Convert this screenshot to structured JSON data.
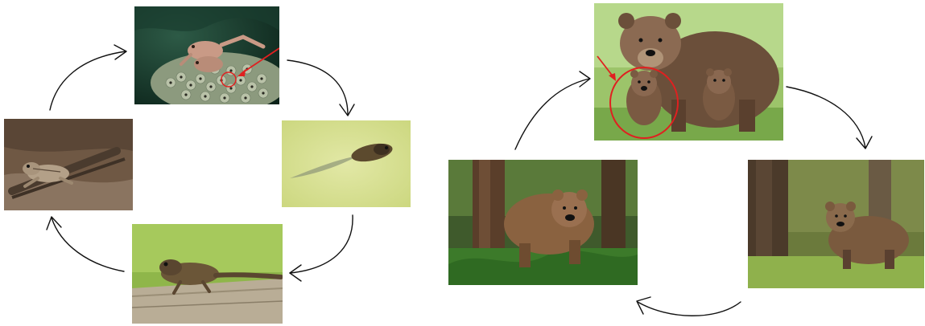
{
  "diagram": {
    "frog_cycle": {
      "stages": [
        "frog-eggs",
        "tadpole",
        "froglet",
        "adult-frog"
      ]
    },
    "bear_cycle": {
      "stages": [
        "mother-with-cubs",
        "young-bear",
        "adult-bear"
      ]
    },
    "colors": {
      "arrow": "#111111",
      "highlight": "#e02020"
    },
    "icons": [
      "arrow-icon",
      "highlight-circle-icon",
      "pointer-arrow-icon"
    ]
  }
}
